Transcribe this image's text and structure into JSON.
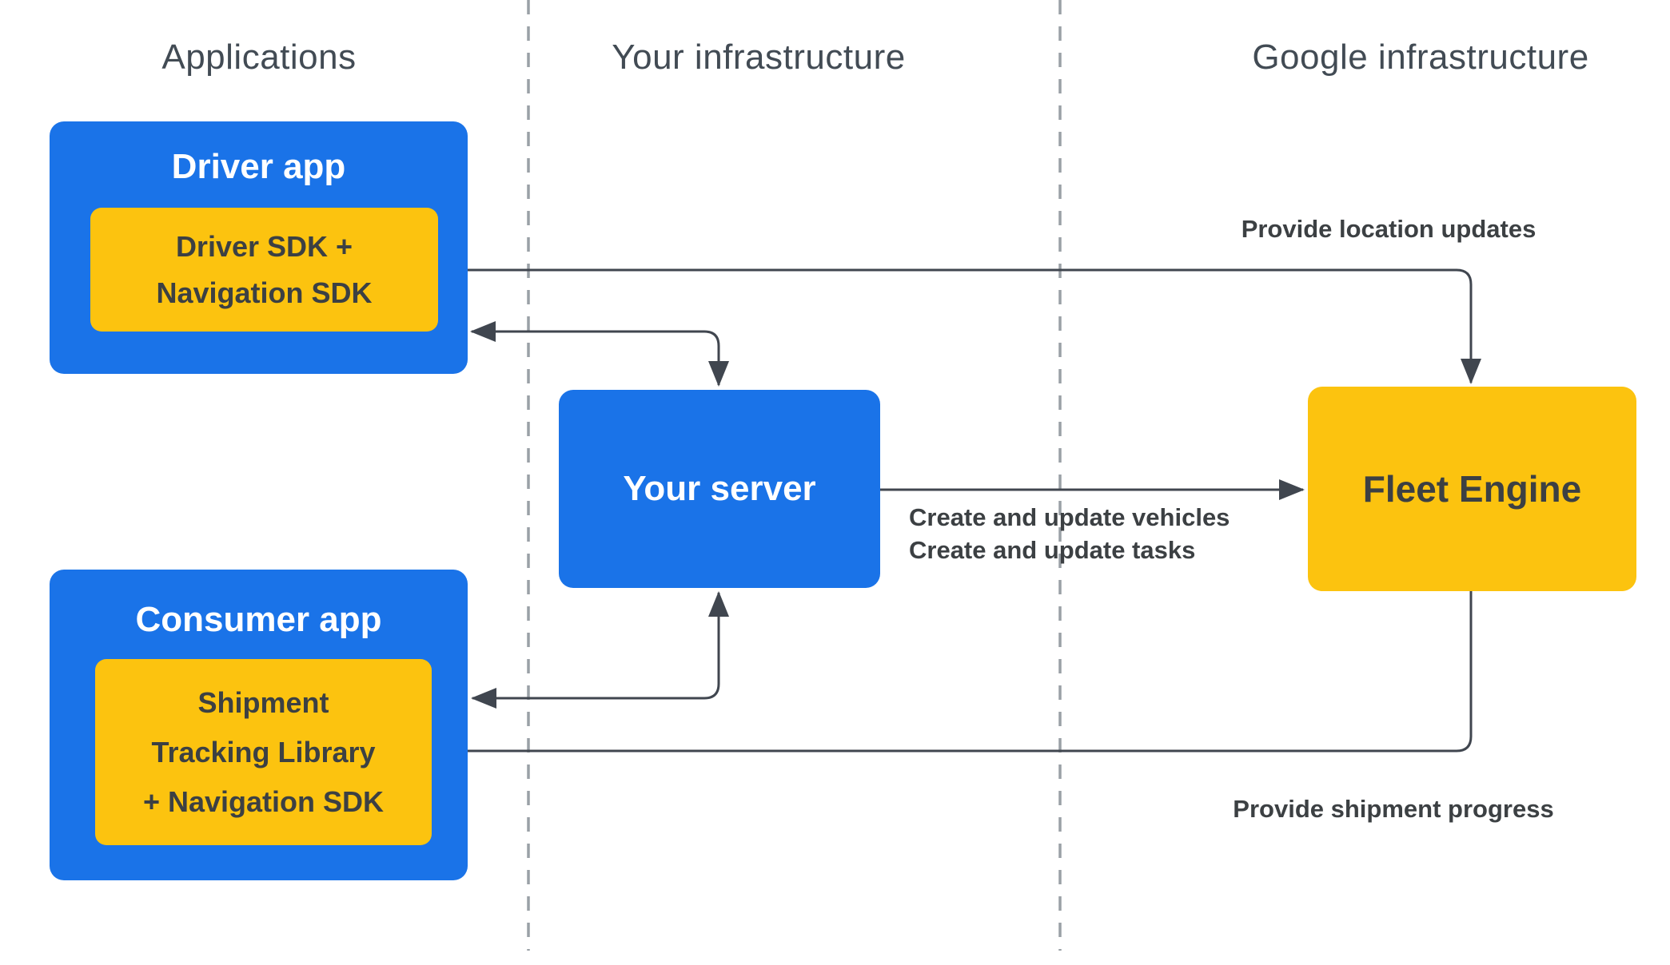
{
  "columns": {
    "applications": "Applications",
    "your_infrastructure": "Your infrastructure",
    "google_infrastructure": "Google infrastructure"
  },
  "nodes": {
    "driver_app": {
      "title": "Driver app"
    },
    "driver_sdk": {
      "lines": [
        "Driver SDK +",
        "Navigation SDK"
      ]
    },
    "consumer_app": {
      "title": "Consumer app"
    },
    "shipment_library": {
      "lines": [
        "Shipment",
        "Tracking Library",
        "+ Navigation SDK"
      ]
    },
    "your_server": {
      "title": "Your server"
    },
    "fleet_engine": {
      "title": "Fleet Engine"
    }
  },
  "edges": {
    "location_updates_label": "Provide location updates",
    "server_fleet_labels": [
      "Create and update vehicles",
      "Create and update tasks"
    ],
    "shipment_progress_label": "Provide shipment progress"
  },
  "colors": {
    "blue": "#1a73e8",
    "yellow": "#fcc30f",
    "line": "#40464f",
    "text_dark": "#3c4043",
    "header_text": "#424b54",
    "dash": "#9aa0a6",
    "white": "#ffffff"
  }
}
